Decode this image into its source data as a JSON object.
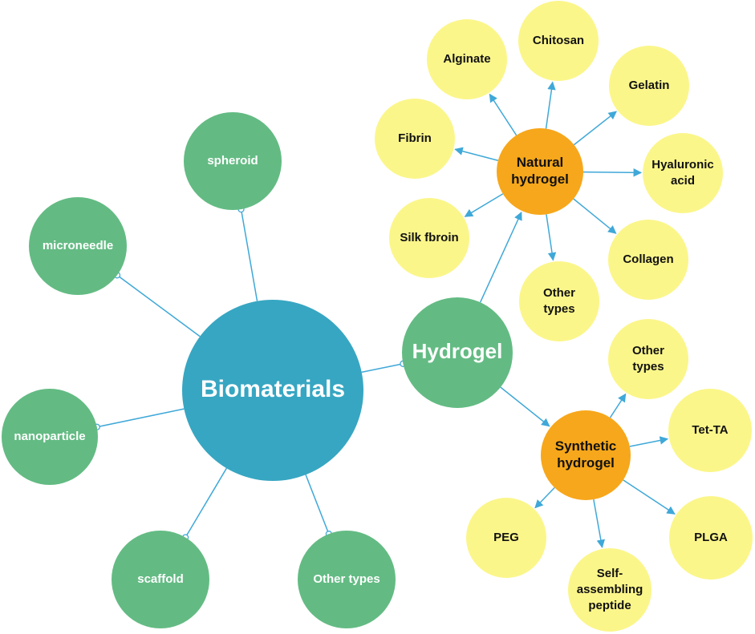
{
  "colors": {
    "root": "#37a6c2",
    "green": "#63bb83",
    "orange": "#f7a71b",
    "yellow": "#fbf68a",
    "connector": "#3fa8d8"
  },
  "root": {
    "label": "Biomaterials"
  },
  "branches": [
    {
      "label": "spheroid"
    },
    {
      "label": "microneedle"
    },
    {
      "label": "nanoparticle"
    },
    {
      "label": "scaffold"
    },
    {
      "label": "Other types"
    }
  ],
  "hydrogel": {
    "label": "Hydrogel"
  },
  "natural": {
    "label_lines": [
      "Natural",
      "hydrogel"
    ],
    "children": [
      {
        "lines": [
          "Alginate"
        ]
      },
      {
        "lines": [
          "Chitosan"
        ]
      },
      {
        "lines": [
          "Gelatin"
        ]
      },
      {
        "lines": [
          "Fibrin"
        ]
      },
      {
        "lines": [
          "Hyaluronic",
          "acid"
        ]
      },
      {
        "lines": [
          "Silk fbroin"
        ]
      },
      {
        "lines": [
          "Collagen"
        ]
      },
      {
        "lines": [
          "Other",
          "types"
        ]
      }
    ]
  },
  "synthetic": {
    "label_lines": [
      "Synthetic",
      "hydrogel"
    ],
    "children": [
      {
        "lines": [
          "Other",
          "types"
        ]
      },
      {
        "lines": [
          "Tet-TA"
        ]
      },
      {
        "lines": [
          "PEG"
        ]
      },
      {
        "lines": [
          "PLGA"
        ]
      },
      {
        "lines": [
          "Self-",
          "assembling",
          "peptide"
        ]
      }
    ]
  }
}
